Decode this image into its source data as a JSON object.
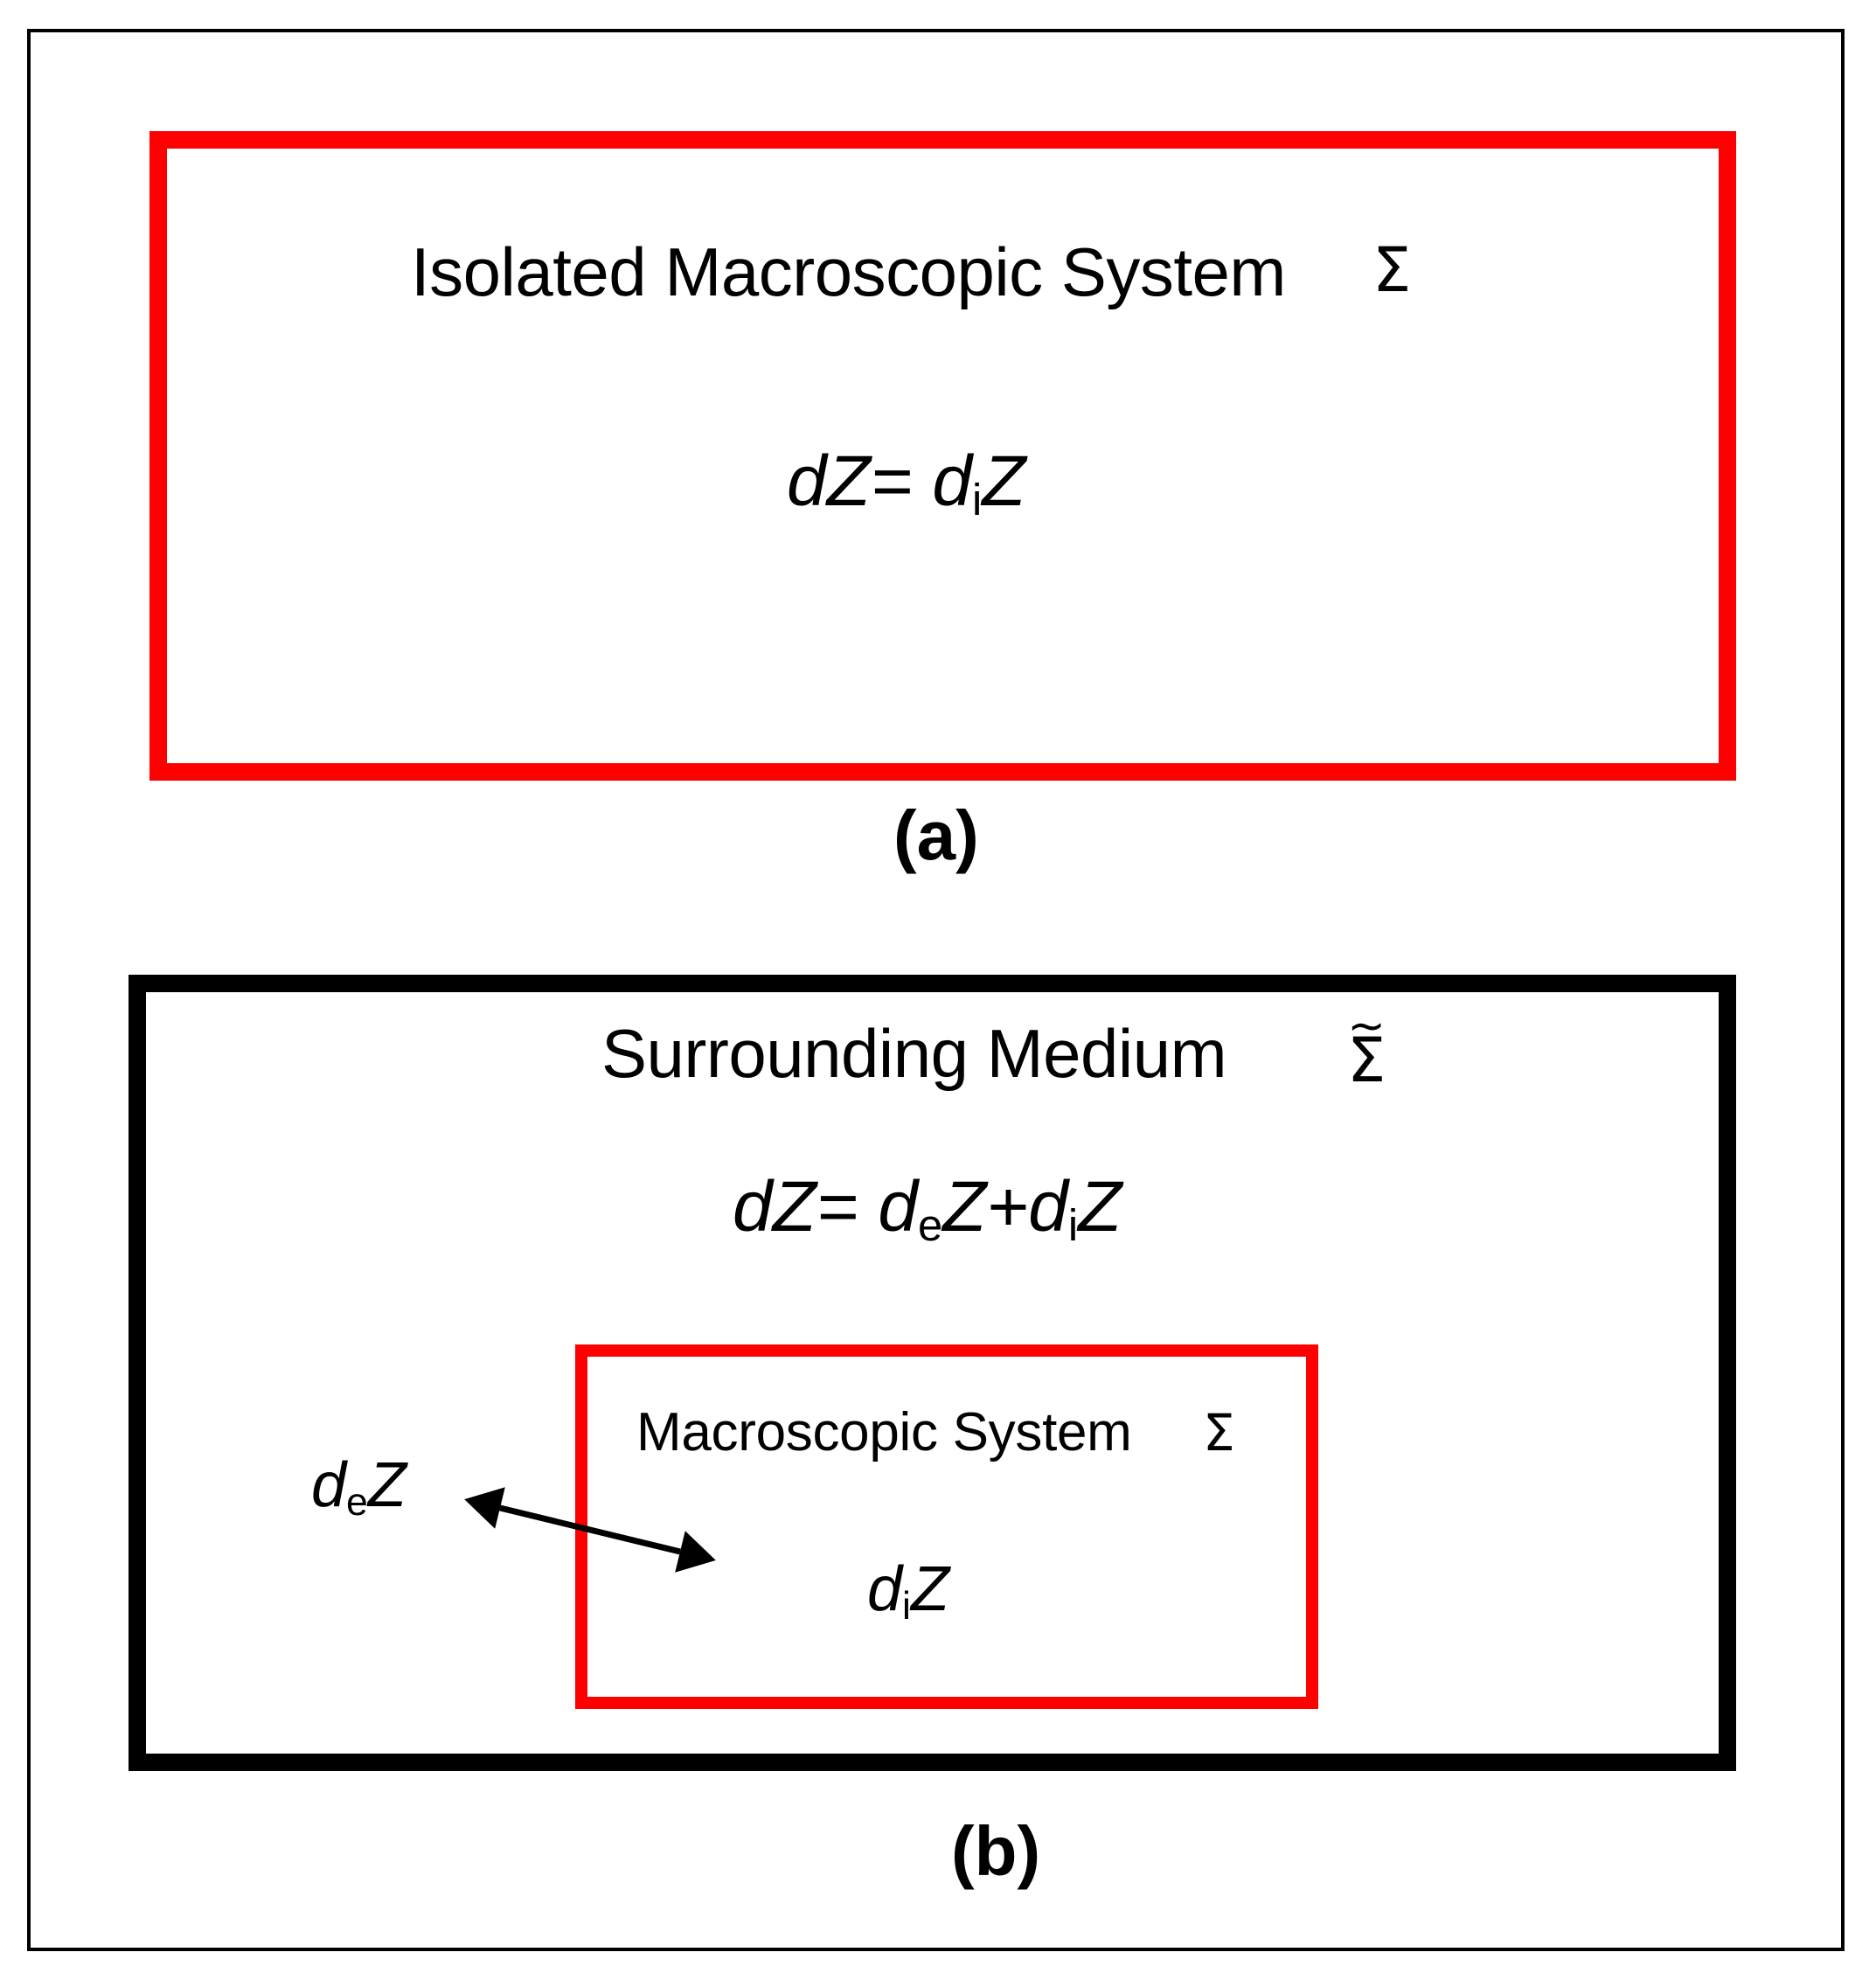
{
  "figure": {
    "type": "diagram",
    "subject": "thermodynamic system exchange diagram",
    "colors": {
      "system_boundary": "#fe0000",
      "medium_boundary": "#000000",
      "frame": "#000000",
      "background": "#ffffff",
      "text": "#000000"
    }
  },
  "panel_a": {
    "label": "(a)",
    "title": "Isolated Macroscopic System",
    "system_symbol": "Σ",
    "equation": {
      "lhs": "dZ",
      "operator": "=",
      "rhs_terms": [
        {
          "base": "d",
          "subscript": "i",
          "variable": "Z"
        }
      ],
      "plain": "dZ= diZ"
    },
    "boundary_color": "#fe0000"
  },
  "panel_b": {
    "label": "(b)",
    "title": "Surrounding Medium",
    "medium_symbol": "Σ",
    "medium_symbol_accent": "~",
    "equation": {
      "lhs": "dZ",
      "operator": "=",
      "rhs_terms": [
        {
          "base": "d",
          "subscript": "e",
          "variable": "Z"
        },
        {
          "base": "d",
          "subscript": "i",
          "variable": "Z"
        }
      ],
      "joiner": "+",
      "plain": "dZ= deZ+diZ"
    },
    "boundary_color": "#000000",
    "inner_system": {
      "title": "Macroscopic System",
      "system_symbol": "Σ",
      "boundary_color": "#fe0000",
      "internal_term": {
        "base": "d",
        "subscript": "i",
        "variable": "Z"
      },
      "internal_term_plain": "diZ"
    },
    "exchange_term": {
      "base": "d",
      "subscript": "e",
      "variable": "Z"
    },
    "exchange_term_plain": "deZ",
    "exchange_arrow": {
      "style": "double-headed",
      "crosses": "system boundary"
    }
  },
  "symbols": {
    "equals": "=",
    "plus": "+",
    "d_italic": "d",
    "Z_italic": "Z",
    "sub_i": "i",
    "sub_e": "e"
  }
}
